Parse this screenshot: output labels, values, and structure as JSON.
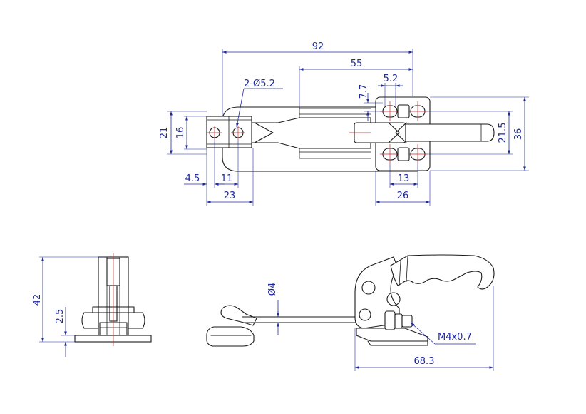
{
  "dimensions": {
    "d92": "92",
    "d55": "55",
    "d5_2": "5.2",
    "d7_7": "7.7",
    "holes": "2-Ø5.2",
    "d21": "21",
    "d16": "16",
    "d21_5": "21.5",
    "d36": "36",
    "d4_5": "4.5",
    "d11": "11",
    "d23": "23",
    "d13": "13",
    "d26": "26",
    "d42": "42",
    "d2_5": "2.5",
    "phi4": "Ø4",
    "thread": "M4x0.7",
    "d68_3": "68.3"
  },
  "colors": {
    "dimension": "#1f2a9c",
    "outline": "#1a1a1a",
    "centerline": "#c62828"
  }
}
